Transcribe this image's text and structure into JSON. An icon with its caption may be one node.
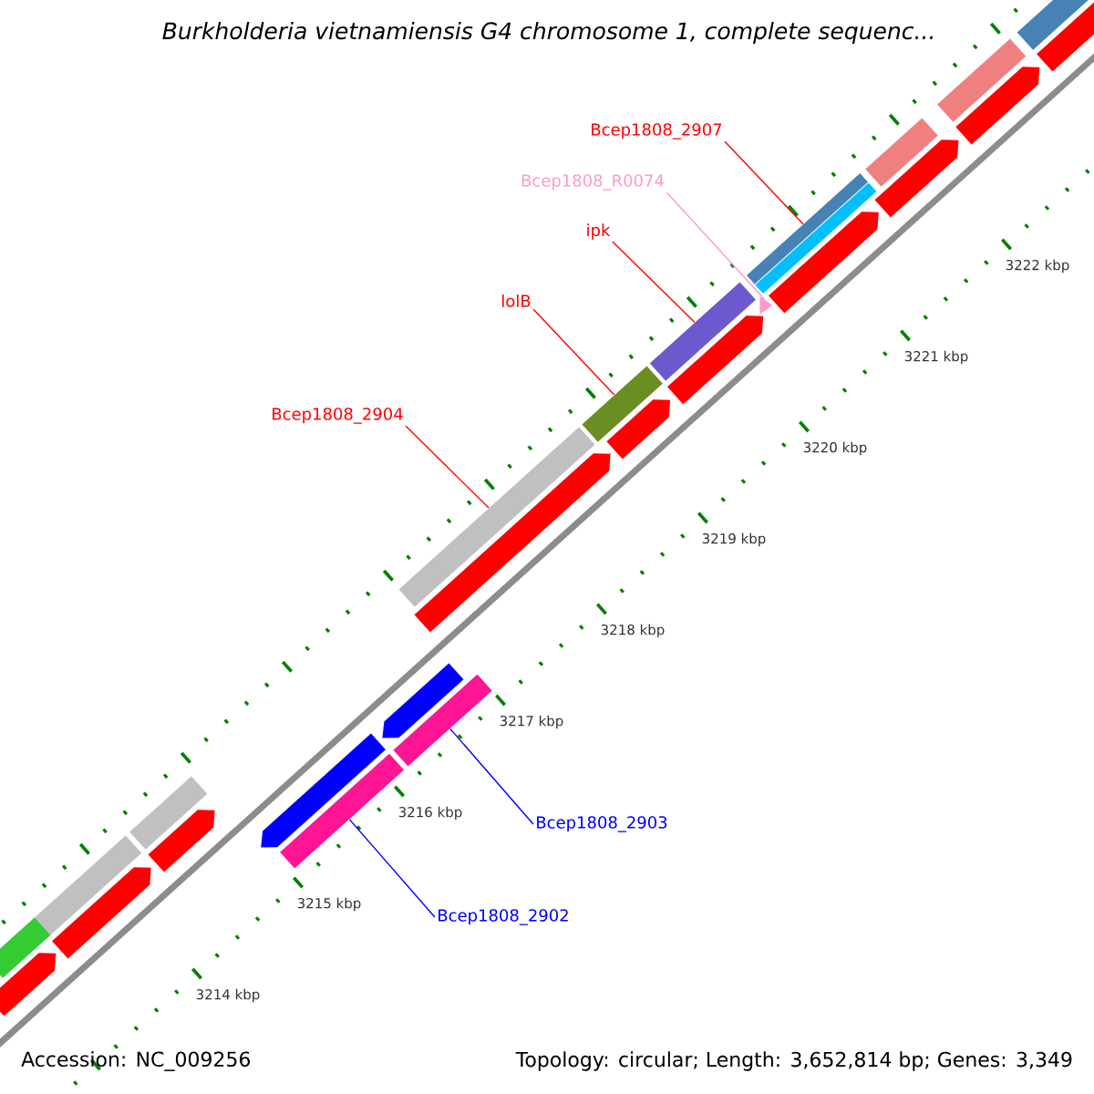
{
  "diagram": {
    "title": "Burkholderia vietnamiensis G4 chromosome 1, complete sequenc...",
    "nodes": [
      {
        "text": [
          "Bcep1808_2907"
        ]
      },
      {
        "text": [
          "Bcep1808_R0074"
        ]
      },
      {
        "text": [
          "ipk"
        ]
      },
      {
        "text": [
          "lolB"
        ]
      },
      {
        "text": [
          "Bcep1808_2904"
        ]
      },
      {
        "text": [
          "Bcep1808_2903"
        ]
      },
      {
        "text": [
          "Bcep1808_2902"
        ]
      },
      {
        "text": [],
        "shape": "bar"
      },
      {
        "text": [],
        "shape": "triangle"
      },
      {
        "text": [],
        "shape": "bar"
      },
      {
        "text": [],
        "shape": "bar"
      },
      {
        "text": [],
        "shape": "bar"
      },
      {
        "text": [],
        "shape": "bar"
      },
      {
        "text": [],
        "shape": "bar"
      },
      {
        "text": [],
        "shape": "bar"
      },
      {
        "text": [],
        "shape": "bar"
      },
      {
        "text": [],
        "shape": "bar"
      },
      {
        "text": [],
        "shape": "bar"
      },
      {
        "text": [],
        "shape": "bar"
      },
      {
        "text": [],
        "shape": "bar"
      },
      {
        "text": [],
        "shape": "bar"
      },
      {
        "text": [],
        "shape": "bar"
      },
      {
        "text": [],
        "shape": "bar"
      },
      {
        "text": [],
        "shape": "bar"
      },
      {
        "text": [],
        "shape": "bar"
      },
      {
        "text": [],
        "shape": "bar"
      },
      {
        "text": [],
        "shape": "bar"
      },
      {
        "text": [],
        "shape": "bar"
      },
      {
        "text": [],
        "shape": "bar"
      },
      {
        "text": [],
        "shape": "bar"
      },
      {
        "text": [],
        "shape": "bar"
      },
      {
        "text": [],
        "shape": "bar"
      },
      {
        "text": [],
        "shape": "bar"
      }
    ],
    "edges": [
      {
        "from": 0,
        "to": 7,
        "arrow": "none"
      },
      {
        "from": 1,
        "to": 8,
        "arrow": "none",
        "color": "#ff99cc"
      },
      {
        "from": 2,
        "to": 9,
        "arrow": "none"
      },
      {
        "from": 3,
        "to": 10,
        "arrow": "none"
      },
      {
        "from": 4,
        "to": 11,
        "arrow": "none"
      },
      {
        "from": 5,
        "to": 12,
        "arrow": "none",
        "color": "#0000ff"
      },
      {
        "from": 6,
        "to": 13,
        "arrow": "none",
        "color": "#0000ff"
      }
    ],
    "labels": [
      "3222 kbp",
      "3221 kbp",
      "3220 kbp",
      "3219 kbp",
      "3218 kbp",
      "3217 kbp",
      "3216 kbp",
      "3215 kbp",
      "3214 kbp",
      "Accession: NC_009256",
      "Topology: circular; Length: 3,652,814 bp; Genes: 3,349"
    ]
  }
}
